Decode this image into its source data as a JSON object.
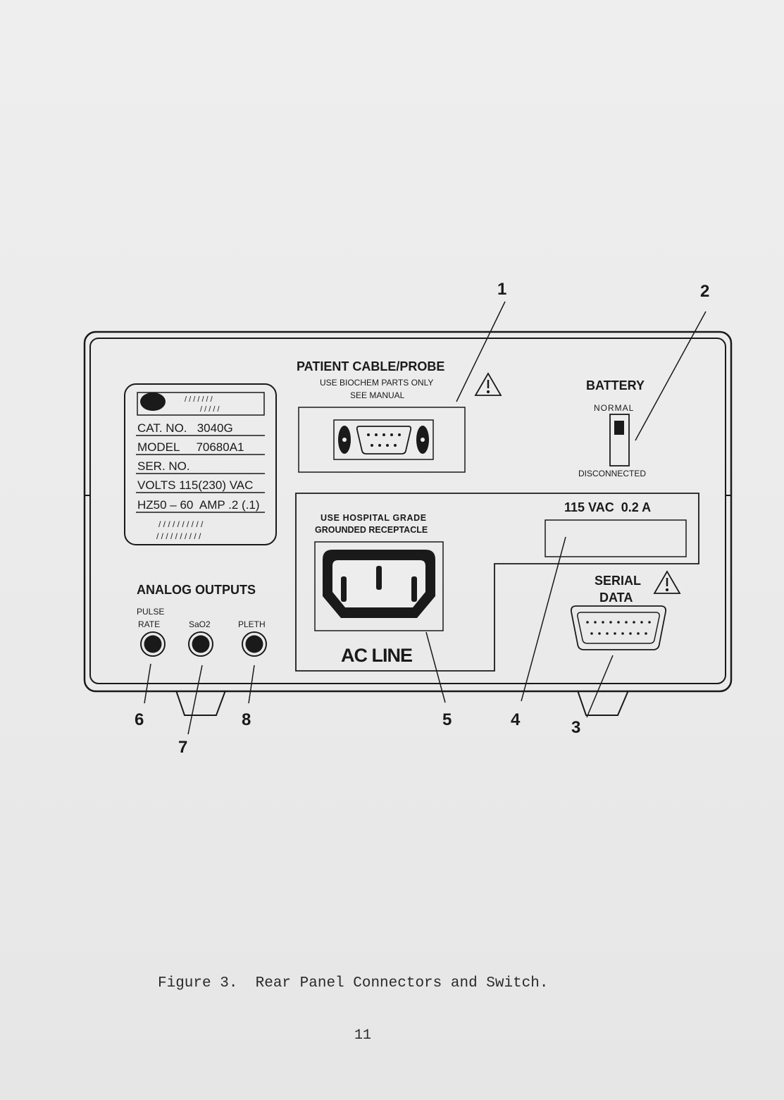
{
  "figure": {
    "callouts": [
      "1",
      "2",
      "3",
      "4",
      "5",
      "6",
      "7",
      "8"
    ],
    "patient_cable": {
      "title": "PATIENT CABLE/PROBE",
      "line1": "USE BIOCHEM PARTS ONLY",
      "line2": "SEE MANUAL"
    },
    "battery": {
      "title": "BATTERY",
      "normal": "NORMAL",
      "disconnected": "DISCONNECTED"
    },
    "nameplate": {
      "cat_no": "CAT. NO.   3040G",
      "model": "MODEL     70680A1",
      "ser_no": "SER. NO.",
      "volts": "VOLTS 115(230) VAC",
      "hz_amp": "HZ50 – 60  AMP .2 (.1)",
      "hatch_top1": "/ / / / / / /",
      "hatch_top2": "/ / / / /",
      "hatch_bot1": "/ / / / / / / / / /",
      "hatch_bot2": "/ / / / / / / / / /"
    },
    "power": {
      "receptacle1": "USE HOSPITAL GRADE",
      "receptacle2": "GROUNDED RECEPTACLE",
      "rating": "115 VAC  0.2 A",
      "ac_line": "AC LINE"
    },
    "serial": {
      "line1": "SERIAL",
      "line2": "DATA"
    },
    "analog": {
      "title": "ANALOG OUTPUTS",
      "pulse1": "PULSE",
      "pulse2": "RATE",
      "sao2": "SaO2",
      "pleth": "PLETH"
    },
    "warning_icon": "warning-triangle-icon",
    "ink_color": "#1a1a1a"
  },
  "caption": "Figure 3.  Rear Panel Connectors and Switch.",
  "page_number": "11"
}
